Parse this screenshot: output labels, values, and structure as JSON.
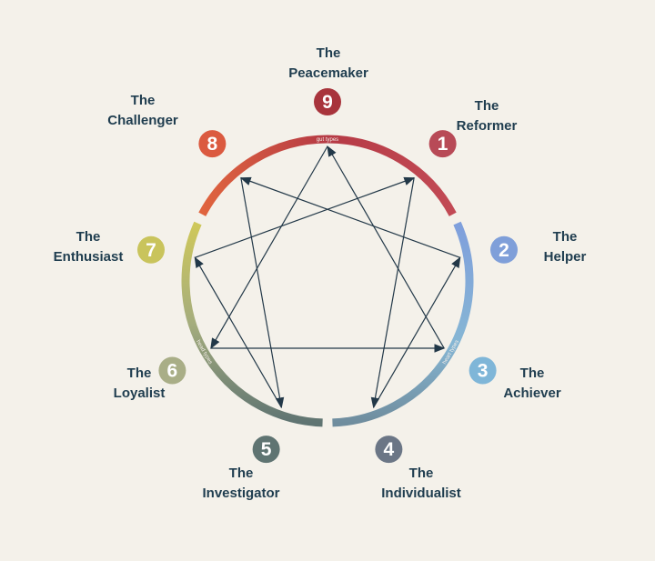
{
  "types": [
    {
      "number": "1",
      "the": "The",
      "name": "Reformer",
      "color": "#b84a57"
    },
    {
      "number": "2",
      "the": "The",
      "name": "Helper",
      "color": "#7f9fd9"
    },
    {
      "number": "3",
      "the": "The",
      "name": "Achiever",
      "color": "#7fb6d8"
    },
    {
      "number": "4",
      "the": "The",
      "name": "Individualist",
      "color": "#6b7686"
    },
    {
      "number": "5",
      "the": "The",
      "name": "Investigator",
      "color": "#5f7472"
    },
    {
      "number": "6",
      "the": "The",
      "name": "Loyalist",
      "color": "#a9ae87"
    },
    {
      "number": "7",
      "the": "The",
      "name": "Enthusiast",
      "color": "#c9c45c"
    },
    {
      "number": "8",
      "the": "The",
      "name": "Challenger",
      "color": "#db5a40"
    },
    {
      "number": "9",
      "the": "The",
      "name": "Peacemaker",
      "color": "#a8343c"
    }
  ],
  "centers": {
    "gut": "gut types",
    "heart": "heart types",
    "head": "head types"
  },
  "connections": [
    [
      1,
      4
    ],
    [
      4,
      2
    ],
    [
      2,
      8
    ],
    [
      8,
      5
    ],
    [
      5,
      7
    ],
    [
      7,
      1
    ],
    [
      9,
      6
    ],
    [
      6,
      3
    ],
    [
      3,
      9
    ]
  ]
}
